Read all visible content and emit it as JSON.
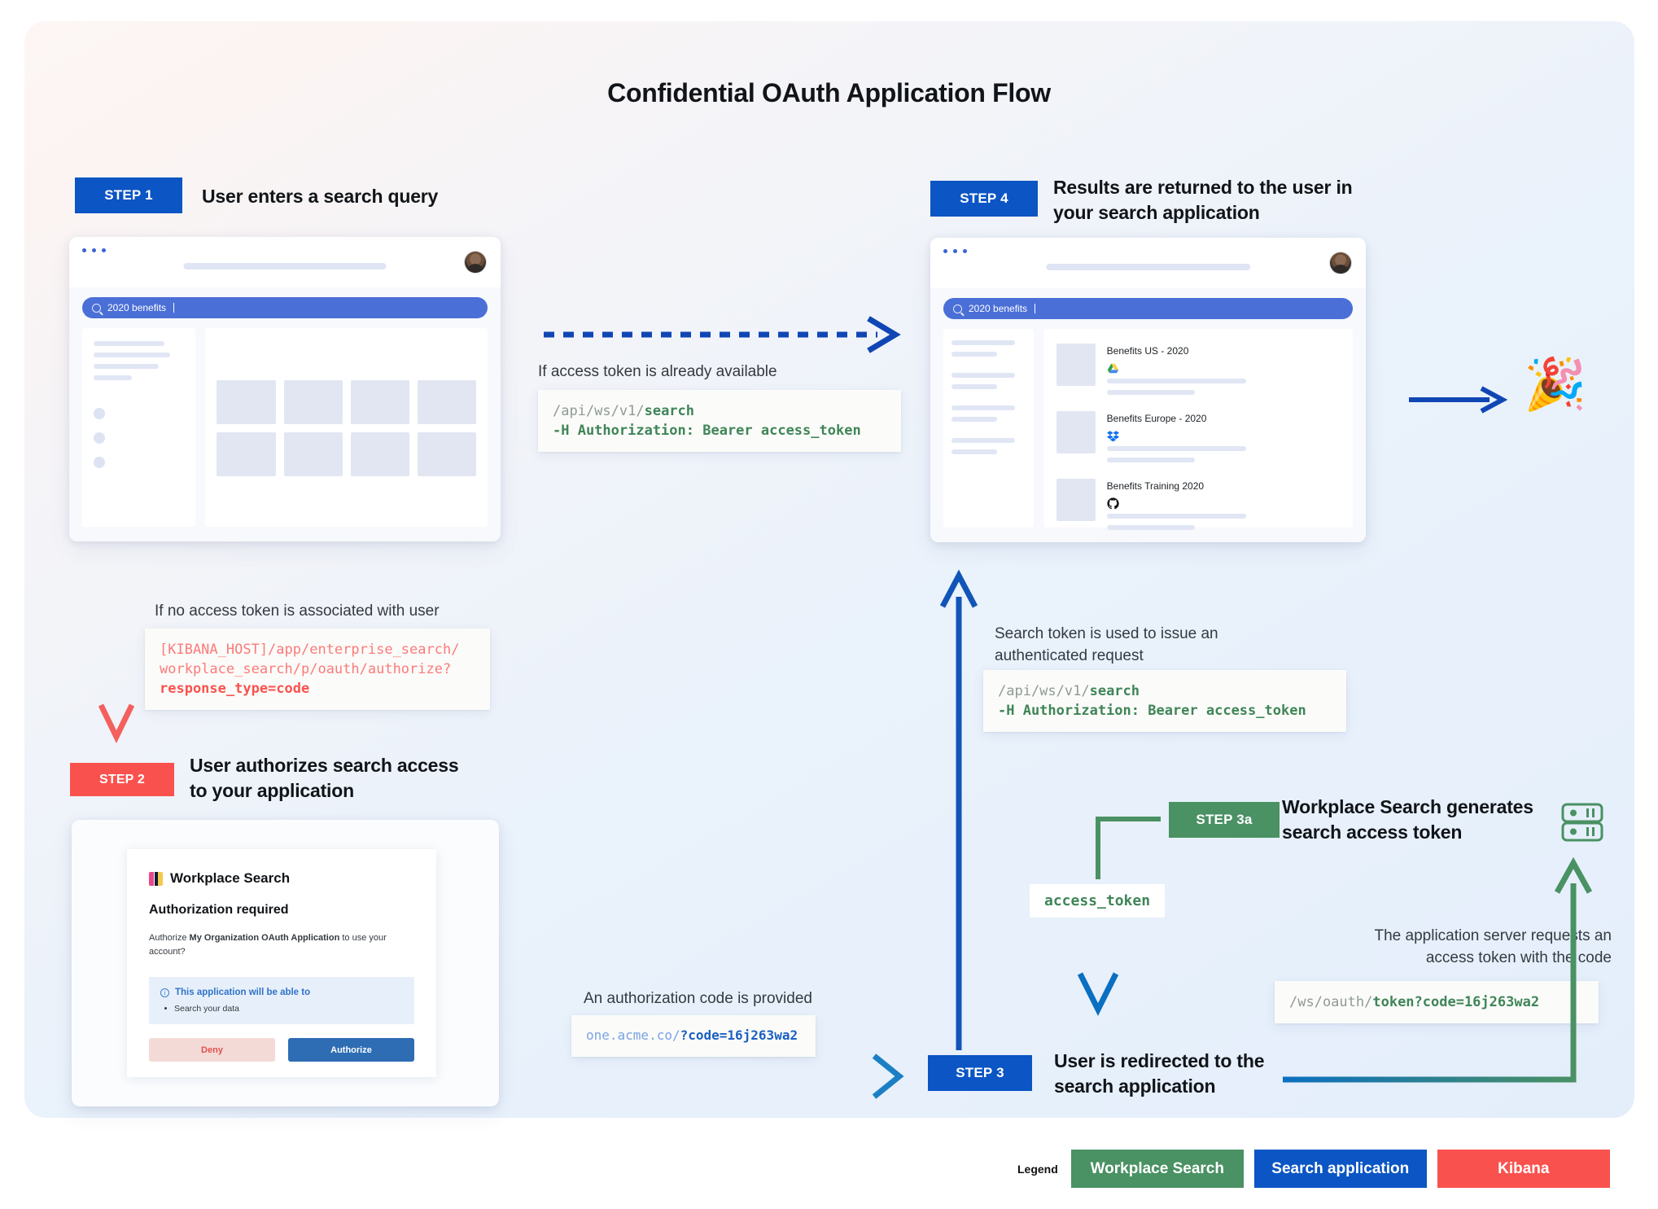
{
  "title": "Confidential OAuth Application Flow",
  "steps": {
    "step1": {
      "chip": "STEP 1",
      "title": "User enters a search query"
    },
    "step2": {
      "chip": "STEP 2",
      "title": "User authorizes search access\nto your application"
    },
    "step3": {
      "chip": "STEP 3",
      "title": "User is redirected to the\nsearch application"
    },
    "step3a": {
      "chip": "STEP 3a",
      "title": "Workplace Search generates\nsearch access token"
    },
    "step4": {
      "chip": "STEP 4",
      "title": "Results are returned to the user in\nyour search application"
    }
  },
  "browser1": {
    "query": "2020 benefits"
  },
  "browser2": {
    "query": "2020 benefits",
    "results": [
      {
        "title": "Benefits US - 2020",
        "source": "google-drive"
      },
      {
        "title": "Benefits Europe - 2020",
        "source": "dropbox"
      },
      {
        "title": "Benefits Training 2020",
        "source": "github"
      }
    ]
  },
  "notes": {
    "token_available": "If access token is already available",
    "no_token": "If no access token is associated with user",
    "auth_code": "An authorization code is provided",
    "search_token": "Search token is used to issue an\nauthenticated request",
    "server_requests": "The application server requests an\naccess token with the code"
  },
  "code": {
    "search_request": {
      "path": "/api/ws/v1/",
      "endpoint": "search",
      "header": "-H Authorization: Bearer access_token"
    },
    "kibana_authorize": {
      "line1": "[KIBANA_HOST]/app/enterprise_search/",
      "line2": "workplace_search/p/oauth/authorize?",
      "line3": "response_type=code"
    },
    "redirect": {
      "host": "one.acme.co/",
      "query": "?code=16j263wa2"
    },
    "token_exchange": {
      "path": "/ws/oauth/",
      "query": "token?code=16j263wa2"
    },
    "access_token_pill": "access_token"
  },
  "auth_dialog": {
    "brand": "Workplace Search",
    "heading": "Authorization required",
    "body_pre": "Authorize ",
    "body_bold": "My Organization OAuth Application",
    "body_post": " to use your account?",
    "callout_title": "This application will be able to",
    "callout_item": "Search your data",
    "deny": "Deny",
    "authorize": "Authorize"
  },
  "legend": {
    "label": "Legend",
    "items": [
      {
        "text": "Workplace Search",
        "color": "#4a9163"
      },
      {
        "text": "Search application",
        "color": "#0b55c4"
      },
      {
        "text": "Kibana",
        "color": "#f9524e"
      }
    ]
  },
  "icons": {
    "celebration": "🎉"
  }
}
